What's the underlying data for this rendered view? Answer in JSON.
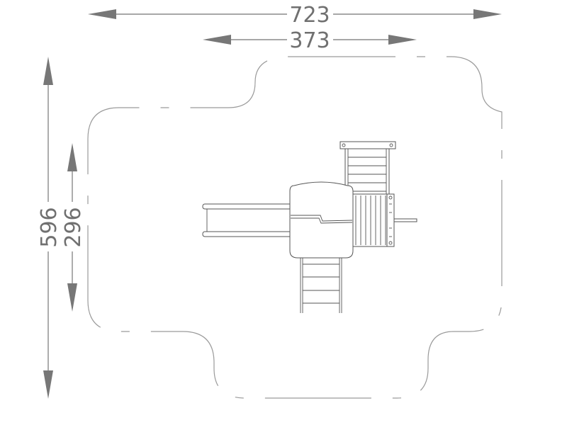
{
  "dimensions": {
    "overall_width": "723",
    "inner_width": "373",
    "overall_depth": "596",
    "inner_depth": "296"
  },
  "colors": {
    "dimension": "#707070",
    "outline": "#555555",
    "zone": "#9a9a9a"
  }
}
